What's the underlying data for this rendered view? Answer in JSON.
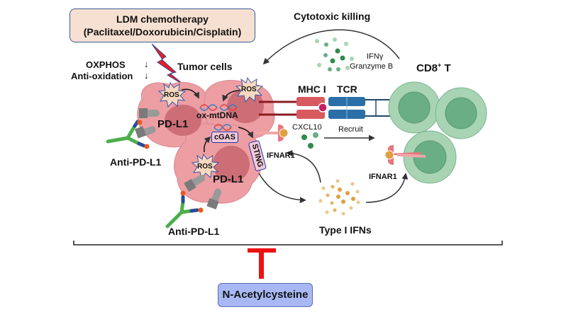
{
  "title_box": {
    "line1": "LDM chemotherapy",
    "line2": "(Paclitaxel/Doxorubicin/Cisplatin)"
  },
  "labels": {
    "cytotoxic_killing": "Cytotoxic killing",
    "ifn_gamma": "IFNγ",
    "granzyme_b": "Granzyme B",
    "cd8_t": "CD8",
    "cd8_sup": "+",
    "cd8_suffix": " T",
    "oxphos": "OXPHOS",
    "oxphos_arrow": "↓",
    "anti_oxidation": "Anti-oxidation",
    "anti_oxidation_arrow": "↓",
    "tumor_cells": "Tumor cells",
    "ros": "ROS",
    "ox_mtdna": "ox-mtDNA",
    "cgas": "cGAS",
    "sting": "STING",
    "mhc_i": "MHC I",
    "tcr": "TCR",
    "cxcl10": "CXCL10",
    "recruit": "Recruit",
    "ifnar1_tumor": "IFNAR1",
    "ifnar1_tcell": "IFNAR1",
    "pd_l1_upper": "PD-L1",
    "pd_l1_lower": "PD-L1",
    "anti_pd_l1_upper": "Anti-PD-L1",
    "anti_pd_l1_lower": "Anti-PD-L1",
    "type_i_ifns": "Type I IFNs"
  },
  "inhibitor_box": {
    "label": "N-Acetylcysteine"
  },
  "colors": {
    "tumor_cell": "#ec9ea3",
    "tumor_nucleus": "#cd6e76",
    "t_cell_outer": "#a8d4b4",
    "t_cell_inner": "#6aae86",
    "mhc": "#d85a5e",
    "tcr": "#2a6fa8",
    "inhibition": "#ee1111",
    "ldm_box": "#f6e0d2",
    "nac_box": "#a8b8f4",
    "lightning": "#ee1c1c",
    "ifn_dots": "#e0a040",
    "cxcl10_dots": "#2e8b4a"
  }
}
